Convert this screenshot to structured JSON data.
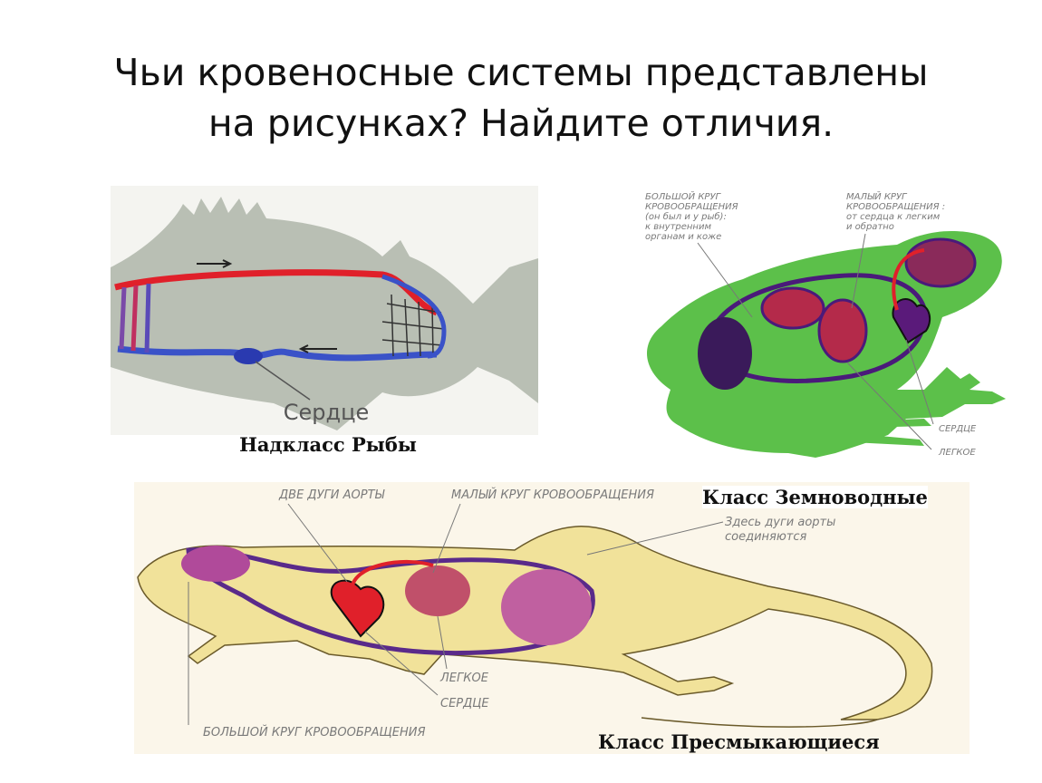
{
  "title": {
    "line1": "Чьи кровеносные системы представлены",
    "line2": "на рисунках? Найдите отличия."
  },
  "fish": {
    "heart_label": "Сердце",
    "caption": "Надкласс Рыбы"
  },
  "frog": {
    "big_circle": [
      "БОЛЬШОЙ КРУГ",
      "КРОВООБРАЩЕНИЯ",
      "(он был и у рыб):",
      "к внутренним",
      "органам и коже"
    ],
    "small_circle": [
      "МАЛЫЙ КРУГ",
      "КРОВООБРАЩЕНИЯ :",
      "от сердца к легким",
      "и обратно"
    ],
    "heart": "СЕРДЦЕ",
    "lung": "ЛЕГКОЕ",
    "caption": "Класс Земноводные"
  },
  "lizard": {
    "two_arches": "ДВЕ ДУГИ АОРТЫ",
    "small_circle": "МАЛЫЙ КРУГ КРОВООБРАЩЕНИЯ",
    "arches_join": [
      "Здесь дуги аорты",
      "соединяются"
    ],
    "lung": "ЛЕГКОЕ",
    "heart": "СЕРДЦЕ",
    "big_circle": "БОЛЬШОЙ КРУГ КРОВООБРАЩЕНИЯ",
    "caption": "Класс Пресмыкающиеся"
  },
  "colors": {
    "artery": "#e0202a",
    "vein": "#3a52c8",
    "frog_body": "#5cc04a",
    "lizard_body": "#f1e29a",
    "fish_body": "#b9bfb4",
    "heart": "#5a1a7a"
  }
}
